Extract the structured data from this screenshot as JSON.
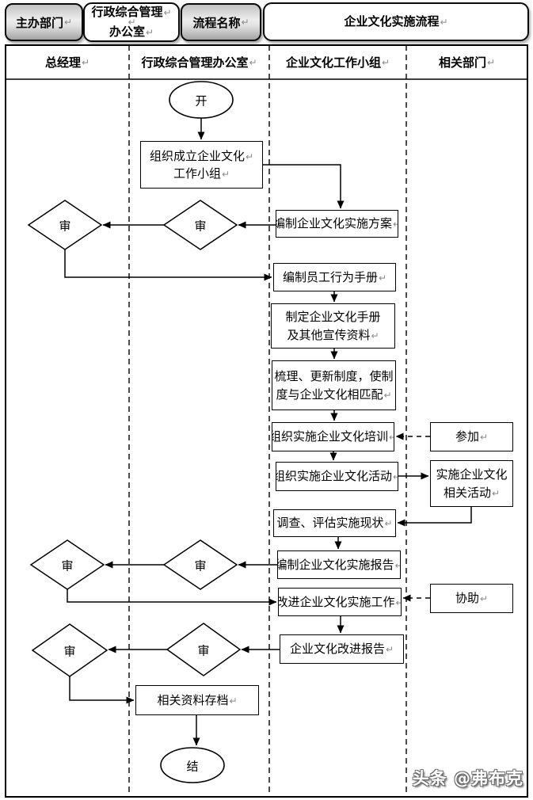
{
  "header": {
    "field1_label": "主办部门",
    "field1_value_lines": [
      "行政综合管理",
      "办公室"
    ],
    "field2_label": "流程名称",
    "field2_value": "企业文化实施流程"
  },
  "lanes": [
    {
      "label": "总经理"
    },
    {
      "label": "行政综合管理办公室"
    },
    {
      "label": "企业文化工作小组"
    },
    {
      "label": "相关部门"
    }
  ],
  "marks": {
    "crlf": "↵"
  },
  "nodes": {
    "start": {
      "shape": "ellipse",
      "label": "开"
    },
    "setup": {
      "shape": "process",
      "lines": [
        "组织成立企业文化",
        "工作小组"
      ]
    },
    "plan": {
      "shape": "process",
      "label": "编制企业文化实施方案"
    },
    "review": {
      "shape": "decision",
      "label": "审"
    },
    "staff_manual": {
      "shape": "process",
      "label": "编制员工行为手册"
    },
    "culture_handbook": {
      "shape": "process",
      "lines": [
        "制定企业文化手册",
        "及其他宣传资料"
      ]
    },
    "update_rules": {
      "shape": "process",
      "lines": [
        "梳理、更新制度，使制",
        "度与企业文化相匹配"
      ]
    },
    "training": {
      "shape": "process",
      "label": "组织实施企业文化培训"
    },
    "activity": {
      "shape": "process",
      "label": "组织实施企业文化活动"
    },
    "join": {
      "shape": "process",
      "label": "参加"
    },
    "impl_activity": {
      "shape": "process",
      "lines": [
        "实施企业文化",
        "相关活动"
      ]
    },
    "survey": {
      "shape": "process",
      "label": "调查、评估实施现状"
    },
    "impl_report": {
      "shape": "process",
      "label": "编制企业文化实施报告"
    },
    "improve": {
      "shape": "process",
      "label": "改进企业文化实施工作"
    },
    "assist": {
      "shape": "process",
      "label": "协助"
    },
    "improve_report": {
      "shape": "process",
      "label": "企业文化改进报告"
    },
    "archive": {
      "shape": "process",
      "label": "相关资料存档"
    },
    "end": {
      "shape": "ellipse",
      "label": "结"
    }
  },
  "watermark": "头条 @弗布克",
  "colors": {
    "line": "#000000",
    "mark_gray": "#8a8a8a",
    "pill_gray": "#bfbfbf",
    "background": "#ffffff"
  }
}
